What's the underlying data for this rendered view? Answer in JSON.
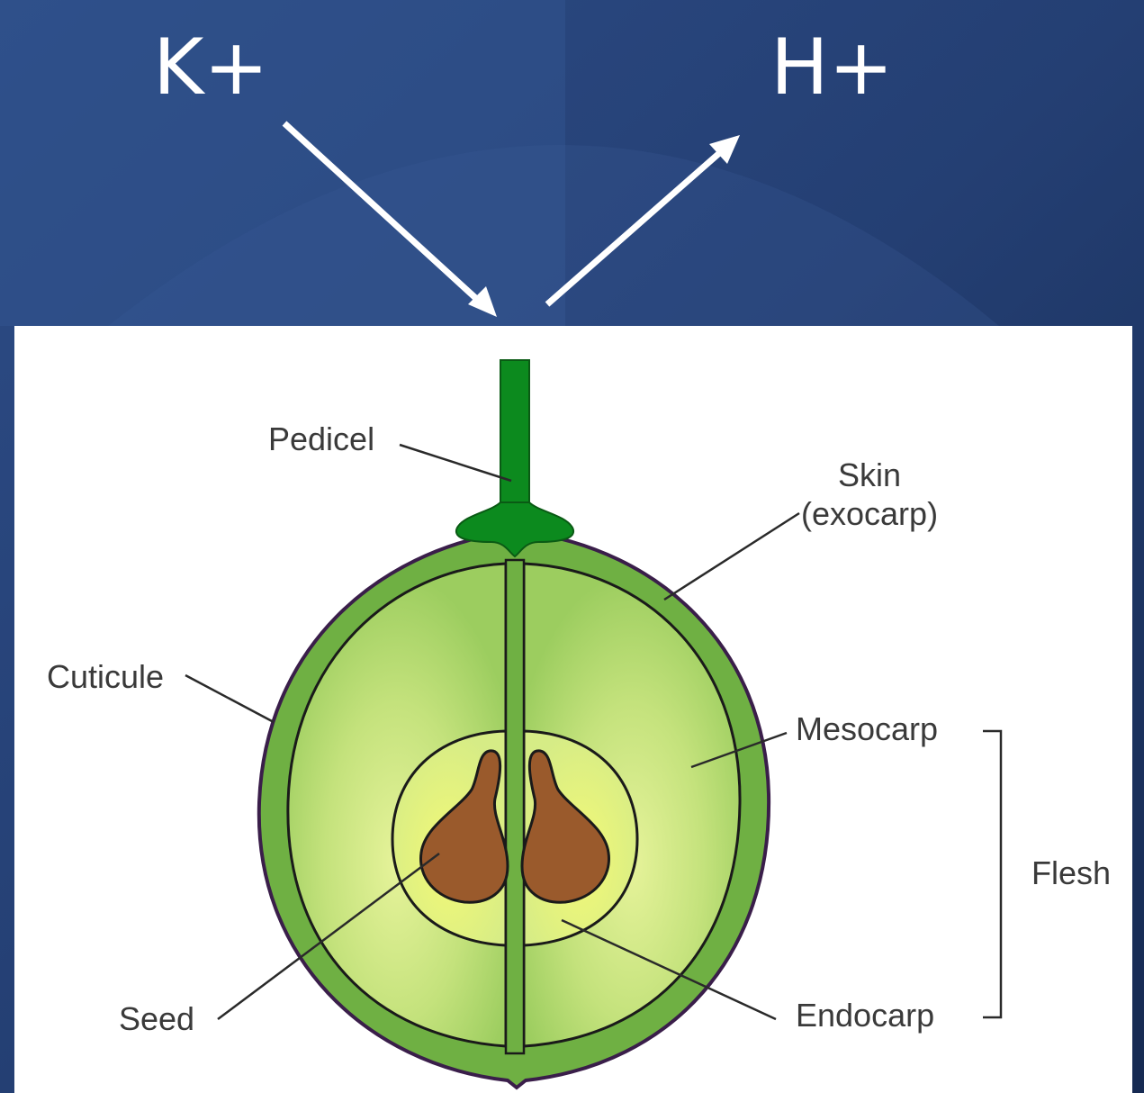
{
  "ions": {
    "in_label": "K+",
    "out_label": "H+"
  },
  "diagram": {
    "labels": {
      "pedicel": "Pedicel",
      "skin_line1": "Skin",
      "skin_line2": "(exocarp)",
      "cuticule": "Cuticule",
      "mesocarp": "Mesocarp",
      "flesh": "Flesh",
      "seed": "Seed",
      "endocarp": "Endocarp"
    },
    "colors": {
      "slide_dark": "#1f3766",
      "slide_light": "#35568f",
      "pedicel": "#0c8a1e",
      "skin": "#6fb043",
      "flesh_outer": "#a9d46a",
      "flesh_inner": "#d9ef8e",
      "endocarp_center": "#eef77d",
      "seed": "#9a5a2c",
      "outline": "#1a1a1a",
      "cuticle": "#3a1e4a"
    }
  }
}
